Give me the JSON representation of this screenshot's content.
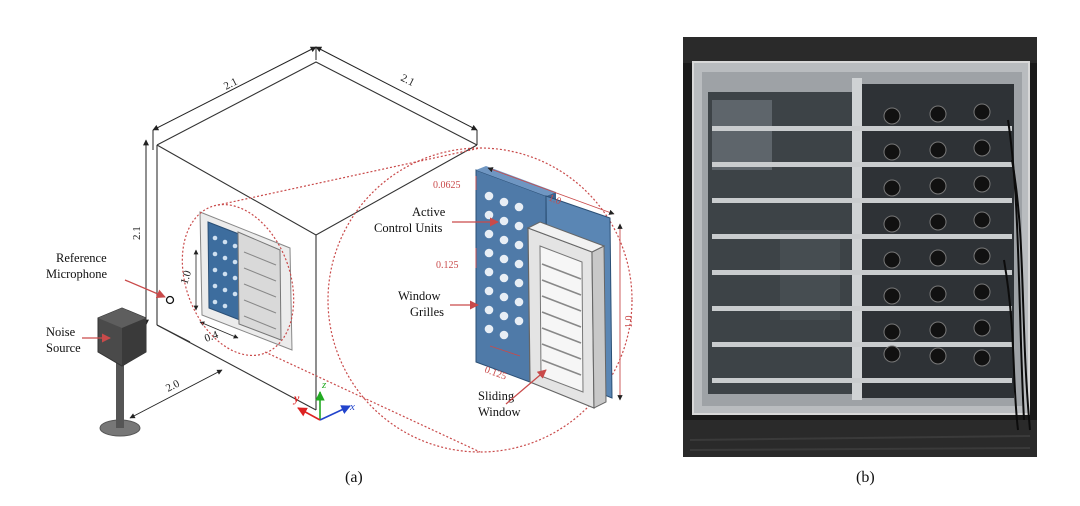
{
  "panel_a": {
    "caption": "(a)",
    "dims": {
      "box_top_left": "2.1",
      "box_top_right": "2.1",
      "box_height": "2.1",
      "window_height": "1.0",
      "window_width": "0.4",
      "source_distance": "2.0",
      "zoom_width": "1.0",
      "zoom_height": "1.0",
      "zoom_gap_top": "0.0625",
      "zoom_pitch": "0.125",
      "zoom_pitch_bottom": "0.125"
    },
    "labels": {
      "reference_mic_1": "Reference",
      "reference_mic_2": "Microphone",
      "noise_source_1": "Noise",
      "noise_source_2": "Source",
      "active_units_1": "Active",
      "active_units_2": "Control Units",
      "window_grilles_1": "Window",
      "window_grilles_2": "Grilles",
      "sliding_window_1": "Sliding",
      "sliding_window_2": "Window"
    },
    "axes": {
      "y": "y",
      "z": "z",
      "x": "x"
    },
    "colors": {
      "accent_red": "#c94a4a",
      "panel_blue": "#4f7aa8",
      "axis_red": "#d22",
      "axis_green": "#2a2",
      "axis_blue": "#24c"
    }
  },
  "panel_b": {
    "caption": "(b)"
  }
}
